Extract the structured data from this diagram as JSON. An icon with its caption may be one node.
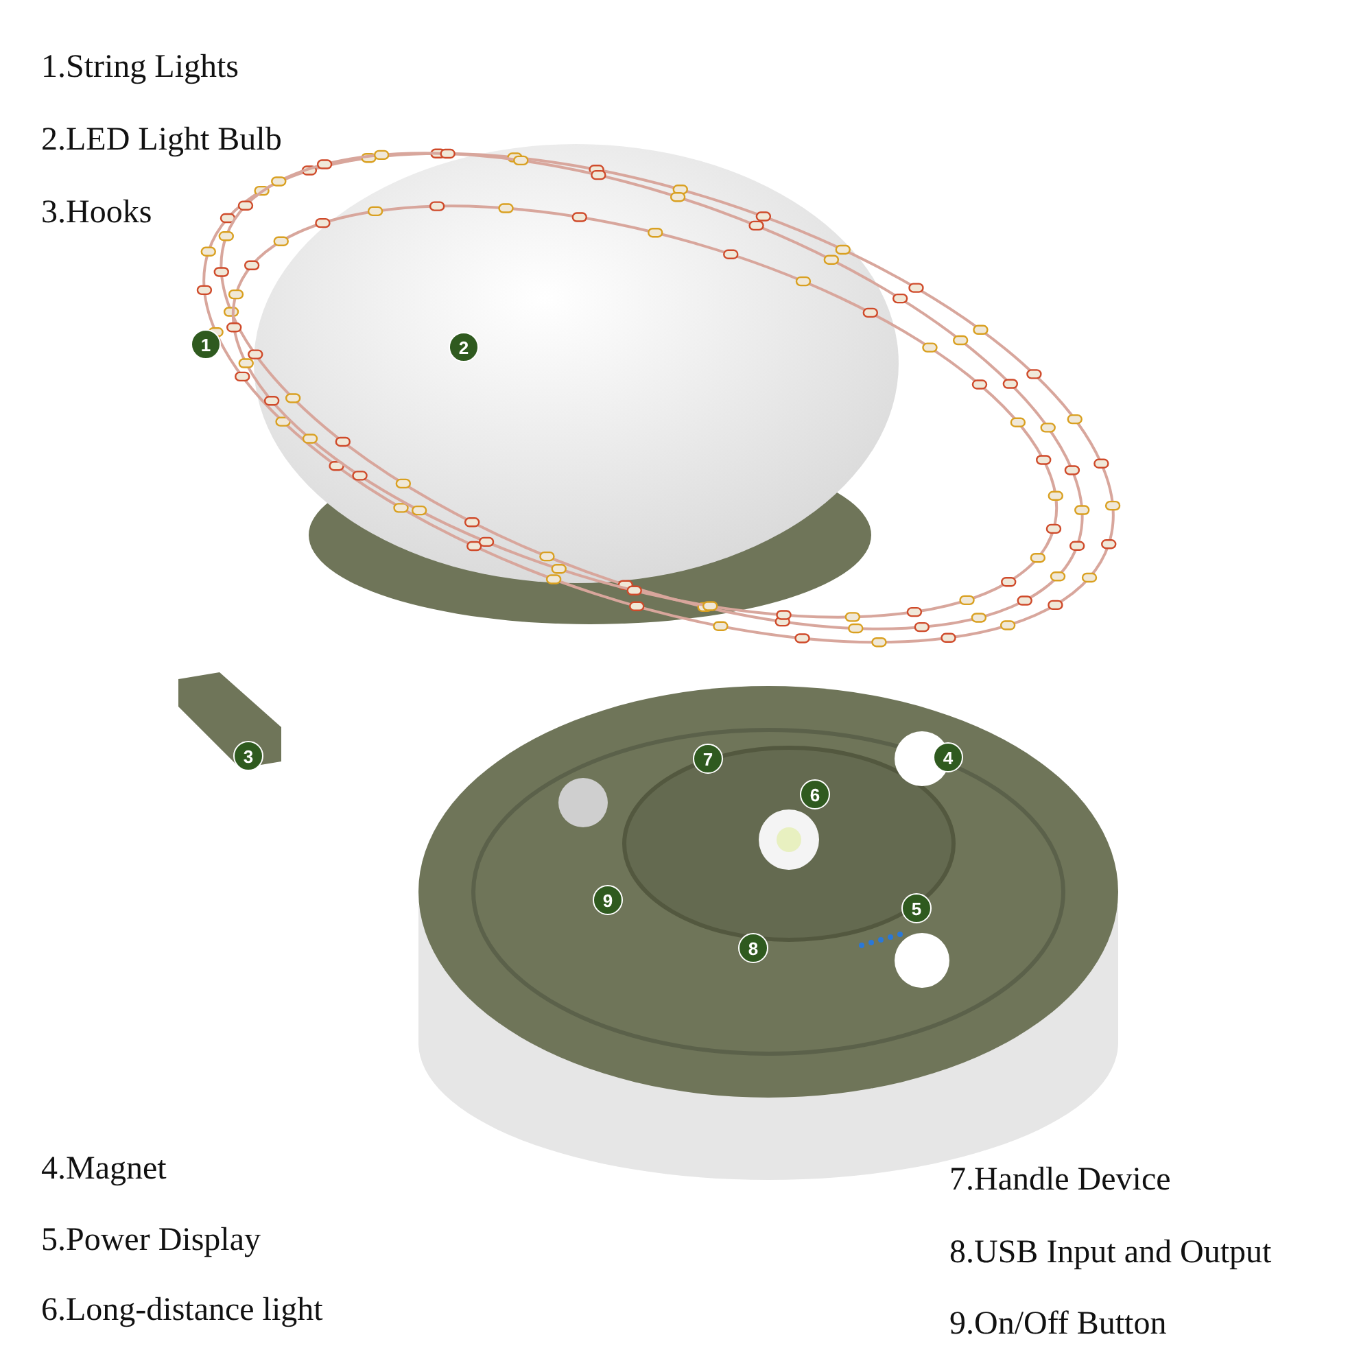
{
  "diagram": {
    "labels": [
      "1.String Lights",
      "2.LED Light Bulb",
      "3.Hooks",
      "1",
      "2",
      "3",
      "7",
      "4",
      "6",
      "9",
      "5",
      "8",
      "4.Magnet",
      "7.Handle Device",
      "5.Power Display",
      "8.USB Input and Output",
      "6.Long-distance light",
      "9.On/Off Button"
    ]
  }
}
